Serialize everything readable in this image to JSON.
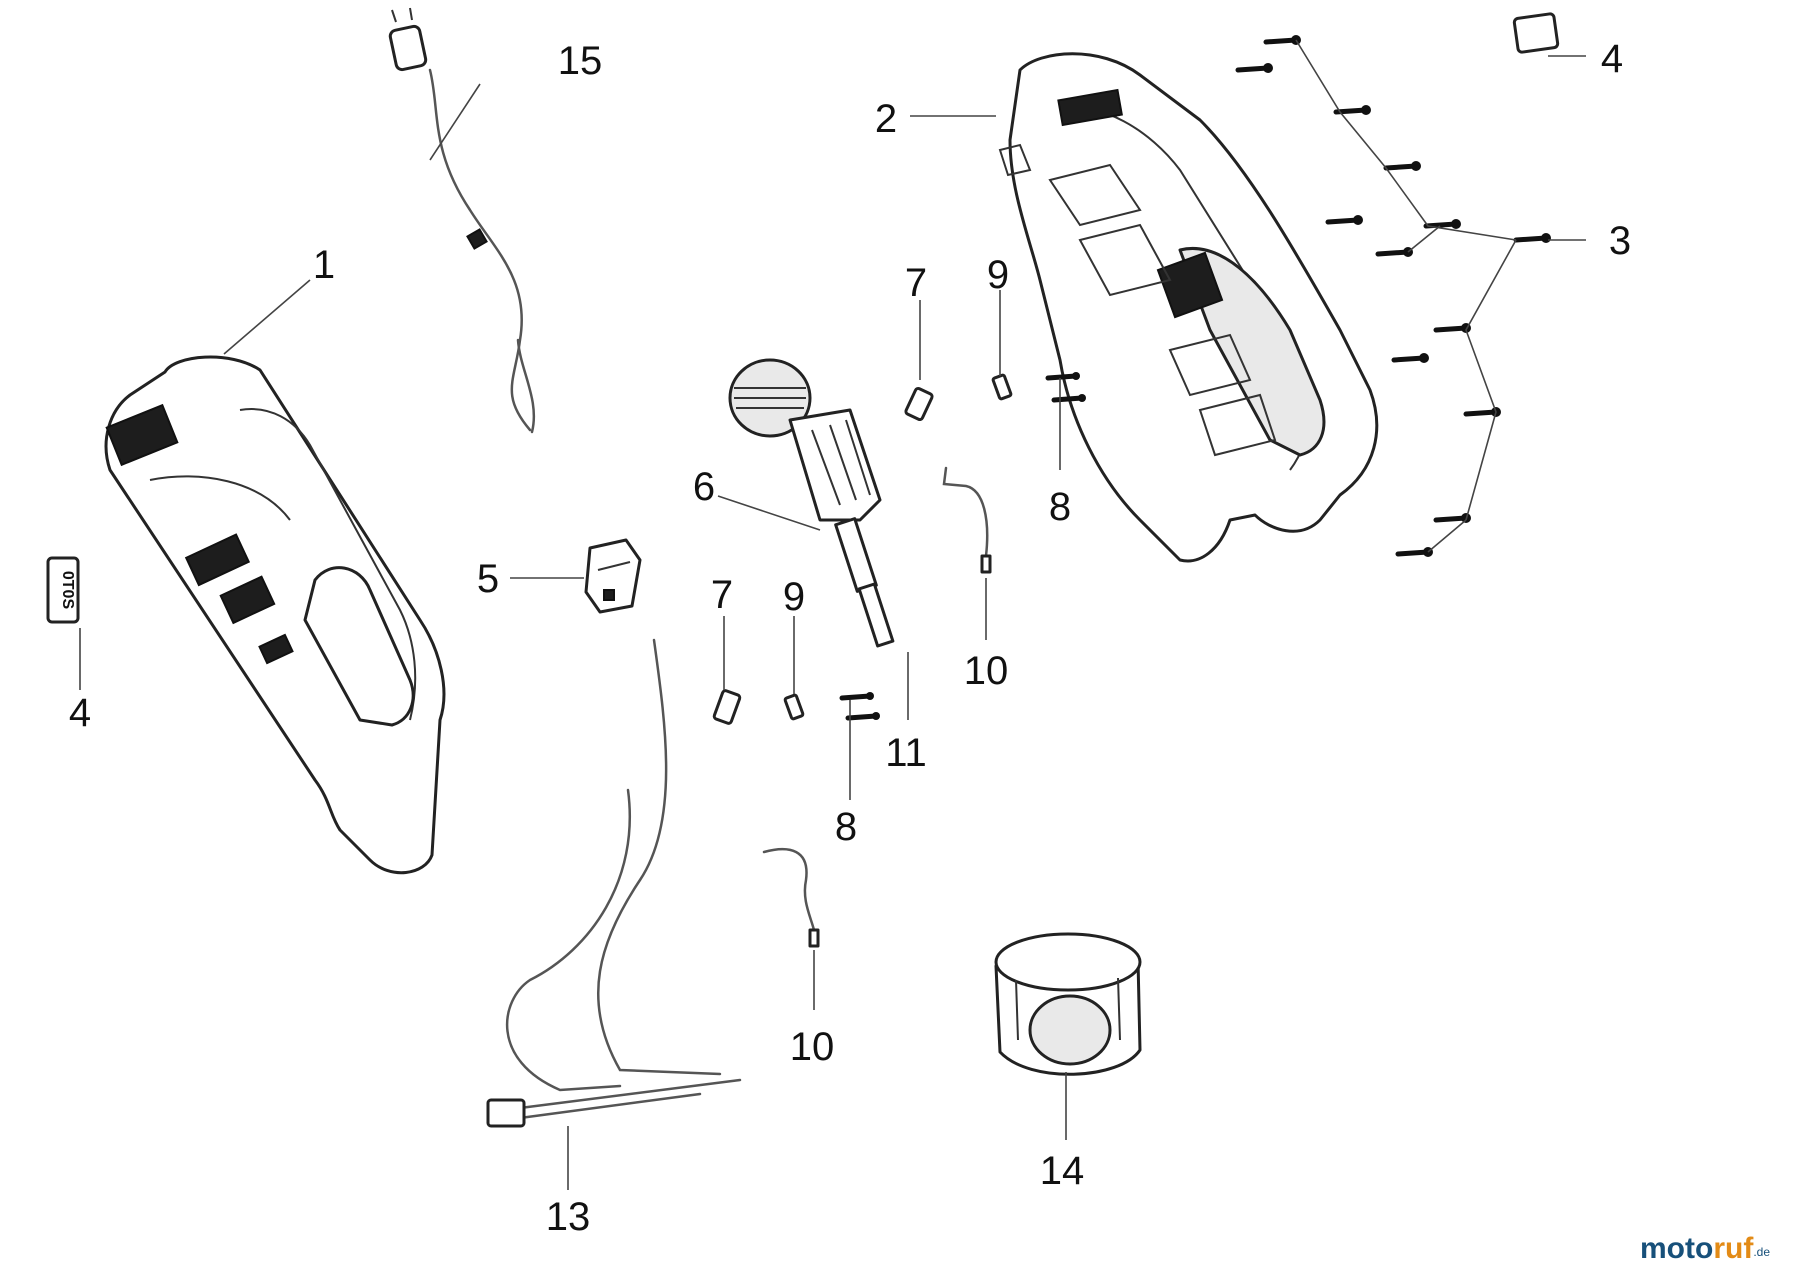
{
  "callouts": {
    "c1": "1",
    "c2": "2",
    "c3": "3",
    "c4a": "4",
    "c4b": "4",
    "c5": "5",
    "c6": "6",
    "c7a": "7",
    "c7b": "7",
    "c8a": "8",
    "c8b": "8",
    "c9a": "9",
    "c9b": "9",
    "c10a": "10",
    "c10b": "10",
    "c11": "11",
    "c13": "13",
    "c14": "14",
    "c15": "15"
  },
  "label_text": "0T0S",
  "watermark": {
    "part1": "moto",
    "part2": "ruf",
    "suffix": ".de"
  }
}
